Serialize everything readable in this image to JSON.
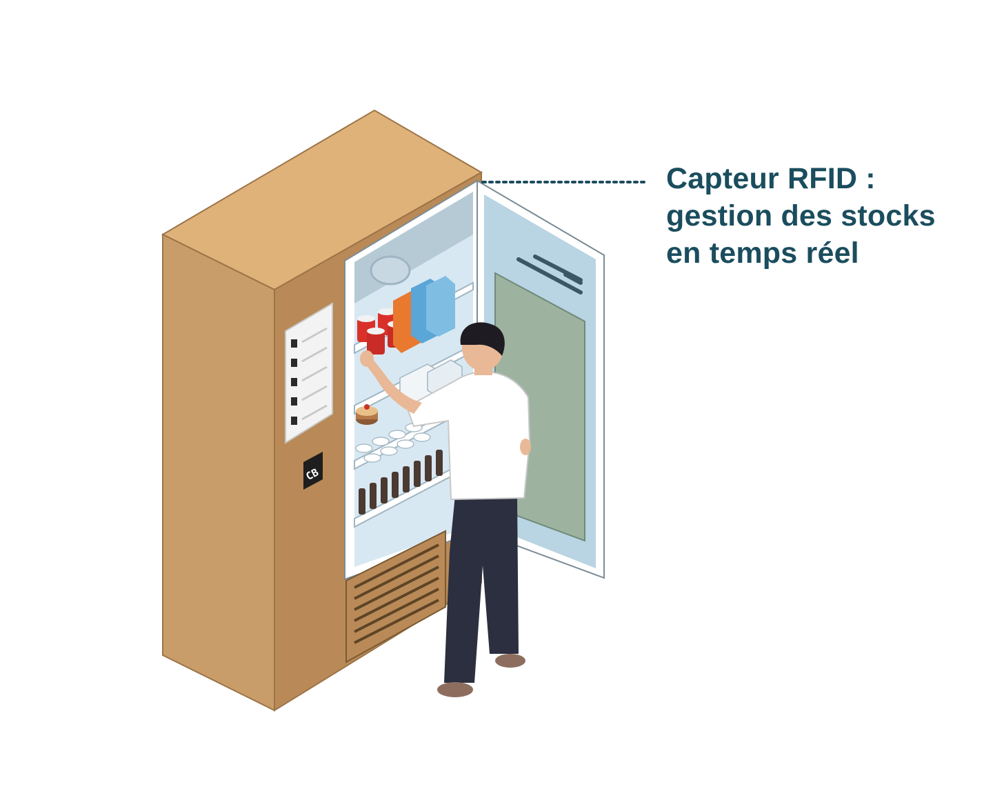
{
  "illustration": {
    "payment_badge": "CB"
  },
  "callout": {
    "lines": [
      "Capteur RFID :",
      "gestion des stocks",
      "en temps réel"
    ]
  },
  "colors": {
    "cabinet_front": "#c99d69",
    "cabinet_side": "#b98a57",
    "cabinet_top": "#dfb27a",
    "fridge_interior": "#d8e8f2",
    "door_panel": "#9db3a0",
    "callout_text": "#1a4d5e",
    "shirt": "#ffffff",
    "trousers": "#2b2f3f",
    "hair": "#1e1c22"
  }
}
